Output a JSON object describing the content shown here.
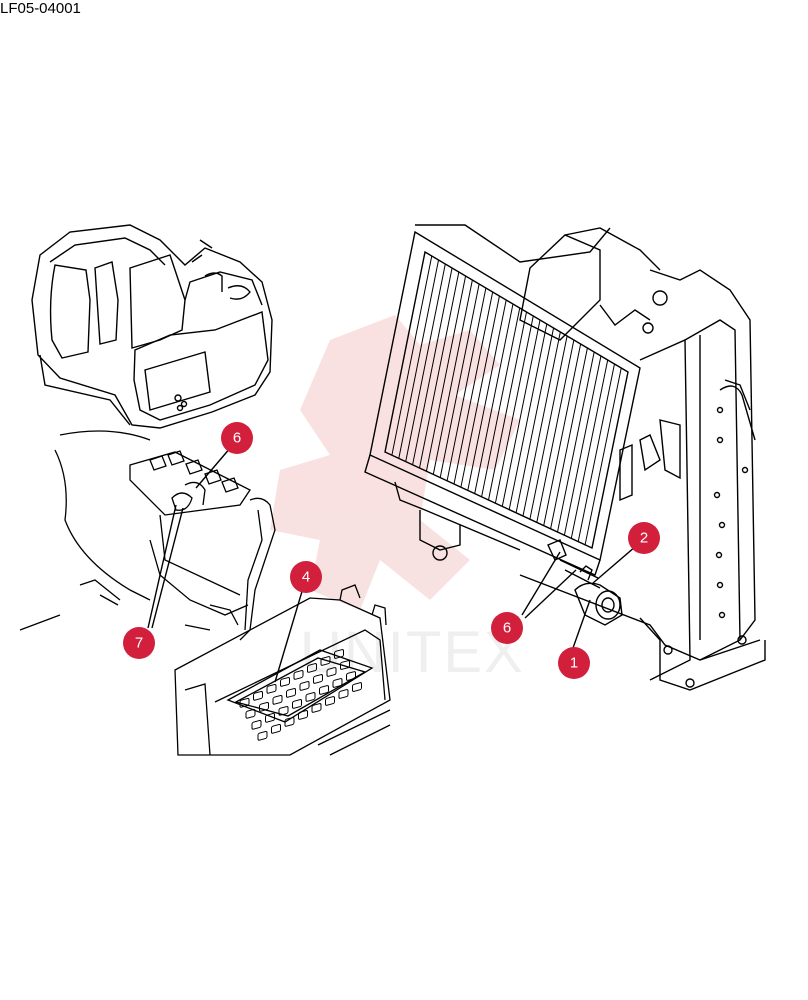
{
  "reference_code": "LF05-04001",
  "watermark": {
    "text": "UNITEX",
    "color": "#f4c9c9"
  },
  "colors": {
    "line": "#000000",
    "callout_fill": "#d21f3c",
    "callout_text": "#ffffff"
  },
  "callouts": [
    {
      "id": "callout-1",
      "label": "1"
    },
    {
      "id": "callout-2",
      "label": "2"
    },
    {
      "id": "callout-4",
      "label": "4"
    },
    {
      "id": "callout-6-cab",
      "label": "6"
    },
    {
      "id": "callout-6-radiator",
      "label": "6"
    },
    {
      "id": "callout-7",
      "label": "7"
    }
  ]
}
